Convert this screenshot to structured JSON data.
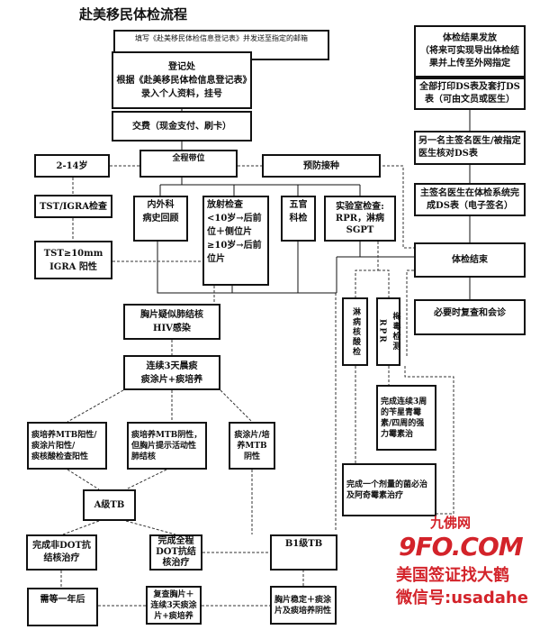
{
  "title": "赴美移民体检流程",
  "nodes": {
    "fill_form": "填写《赴美移民体检信息登记表》并发送至指定的邮箱",
    "registration": "登记处\n根据《赴美移民体检信息登记表》录入个人资料，挂号",
    "payment": "交费（现金支付、刷卡）",
    "escort": "全程带位",
    "age_2_14": "2-14岁",
    "vaccination": "预防接种",
    "tst_igra": "TST/IGRA检查",
    "tst_positive": "TST≥10mm\nIGRA 阳性",
    "medical_history": "内外科\n病史回顾",
    "radiology": "放射检查\n<10岁→后前位＋侧位片\n≥10岁→后前位片",
    "ent": "五官\n科检",
    "lab": "实验室检查:\nRPR，淋病\nSGPT",
    "results_release": "体检结果发放\n（将来可实现导出体检结果并上传至外网指定",
    "print_ds": "全部打印DS表及套打DS表（可由文员或医生）",
    "second_doctor": "另一名主签名医生/被指定医生核对DS表",
    "main_doctor": "主签名医生在体检系统完成DS表（电子签名）",
    "exam_end": "体检结束",
    "recheck": "必要时复查和会诊",
    "cxr_suspect": "胸片疑似肺结核\nHIV感染",
    "sputum_3days": "连续3天晨痰\n痰涂片+痰培养",
    "mtb_positive": "痰培养MTB阳性/痰涂片阳性/\n痰核酸检查阳性",
    "mtb_negative_active": "痰培养MTB阴性，但胸片提示活动性肺结核",
    "smear_negative": "痰涂片/培养MTB阴性",
    "class_a": "A级TB",
    "gonorrhea": "淋病核酸检",
    "syphilis": "梅毒检测RPR",
    "penicillin": "完成连续3周的苄星青霉素/四周的强力霉素治",
    "single_dose": "完成一个剂量的菌必治及阿奇霉素治疗",
    "non_dot": "完成非DOT抗结核治疗",
    "full_dot": "完成全程DOT抗结核治疗",
    "class_b1": "B1级TB",
    "wait_year": "需等一年后",
    "recheck_cxr": "复查胸片＋连续3天痰涂片+痰培养",
    "cxr_stable": "胸片稳定＋痰涂片及痰培养阴性"
  },
  "watermark": {
    "site_cn": "九佛网",
    "site": "9FO.COM",
    "line1": "美国签证找大鹤",
    "line2": "微信号:usadahe",
    "color": "#d3232a"
  }
}
